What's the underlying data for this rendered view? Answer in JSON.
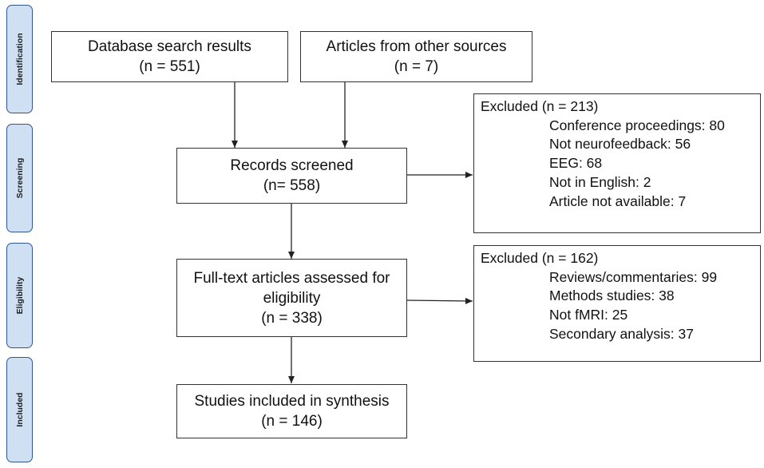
{
  "phases": [
    "Identification",
    "Screening",
    "Eligibility",
    "Included"
  ],
  "boxes": {
    "database": {
      "line1": "Database search results",
      "line2": "(n = 551)"
    },
    "other": {
      "line1": "Articles from other sources",
      "line2": "(n = 7)"
    },
    "screened": {
      "line1": "Records screened",
      "line2": "(n= 558)"
    },
    "fulltext": {
      "line1": "Full-text articles assessed for",
      "line2": "eligibility",
      "line3": "(n = 338)"
    },
    "included": {
      "line1": "Studies included in synthesis",
      "line2": "(n = 146)"
    }
  },
  "excluded_screening": {
    "title": "Excluded (n = 213)",
    "items": [
      "Conference proceedings: 80",
      "Not neurofeedback: 56",
      "EEG: 68",
      "Not in English: 2",
      "Article not available: 7"
    ]
  },
  "excluded_eligibility": {
    "title": "Excluded (n = 162)",
    "items": [
      "Reviews/commentaries: 99",
      "Methods studies: 38",
      "Not fMRI: 25",
      "Secondary analysis: 37"
    ]
  },
  "colors": {
    "phase_fill": "#cfe0f3",
    "phase_border": "#2f5597",
    "box_border": "#333333"
  }
}
